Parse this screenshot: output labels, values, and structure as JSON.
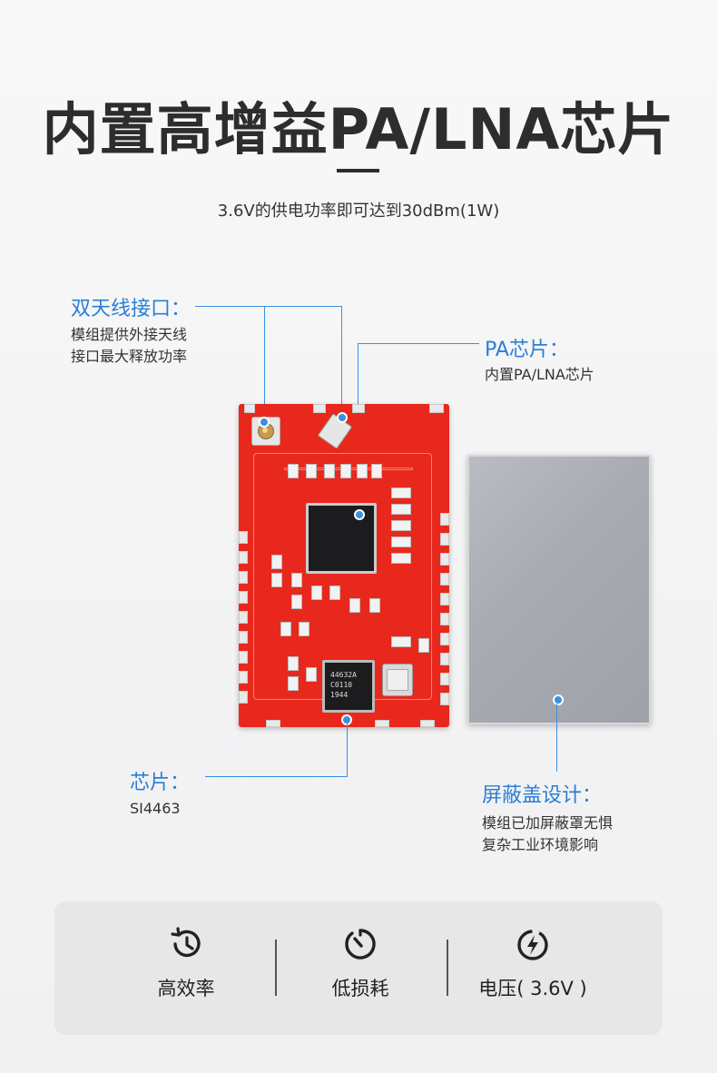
{
  "header": {
    "title": "内置高增益PA/LNA芯片",
    "subtitle": "3.6V的供电功率即可达到30dBm(1W)"
  },
  "callouts": {
    "antenna": {
      "title": "双天线接口：",
      "desc": [
        "模组提供外接天线",
        "接口最大释放功率"
      ]
    },
    "pa": {
      "title": "PA芯片：",
      "desc": [
        "内置PA/LNA芯片"
      ]
    },
    "chip": {
      "title": "芯片：",
      "desc": [
        "SI4463"
      ]
    },
    "shield": {
      "title": "屏蔽盖设计：",
      "desc": [
        "模组已加屏蔽罩无惧",
        "复杂工业环境影响"
      ]
    }
  },
  "chip_marking": [
    "44632A",
    "C0110",
    "1944"
  ],
  "features": [
    {
      "icon": "history-clock-icon",
      "label": "高效率"
    },
    {
      "icon": "timer-icon",
      "label": "低损耗"
    },
    {
      "icon": "power-bolt-icon",
      "label": "电压( 3.6V )"
    }
  ],
  "colors": {
    "accent": "#2a7fd6",
    "pcb": "#e8281c",
    "title": "#2d2d2d"
  }
}
